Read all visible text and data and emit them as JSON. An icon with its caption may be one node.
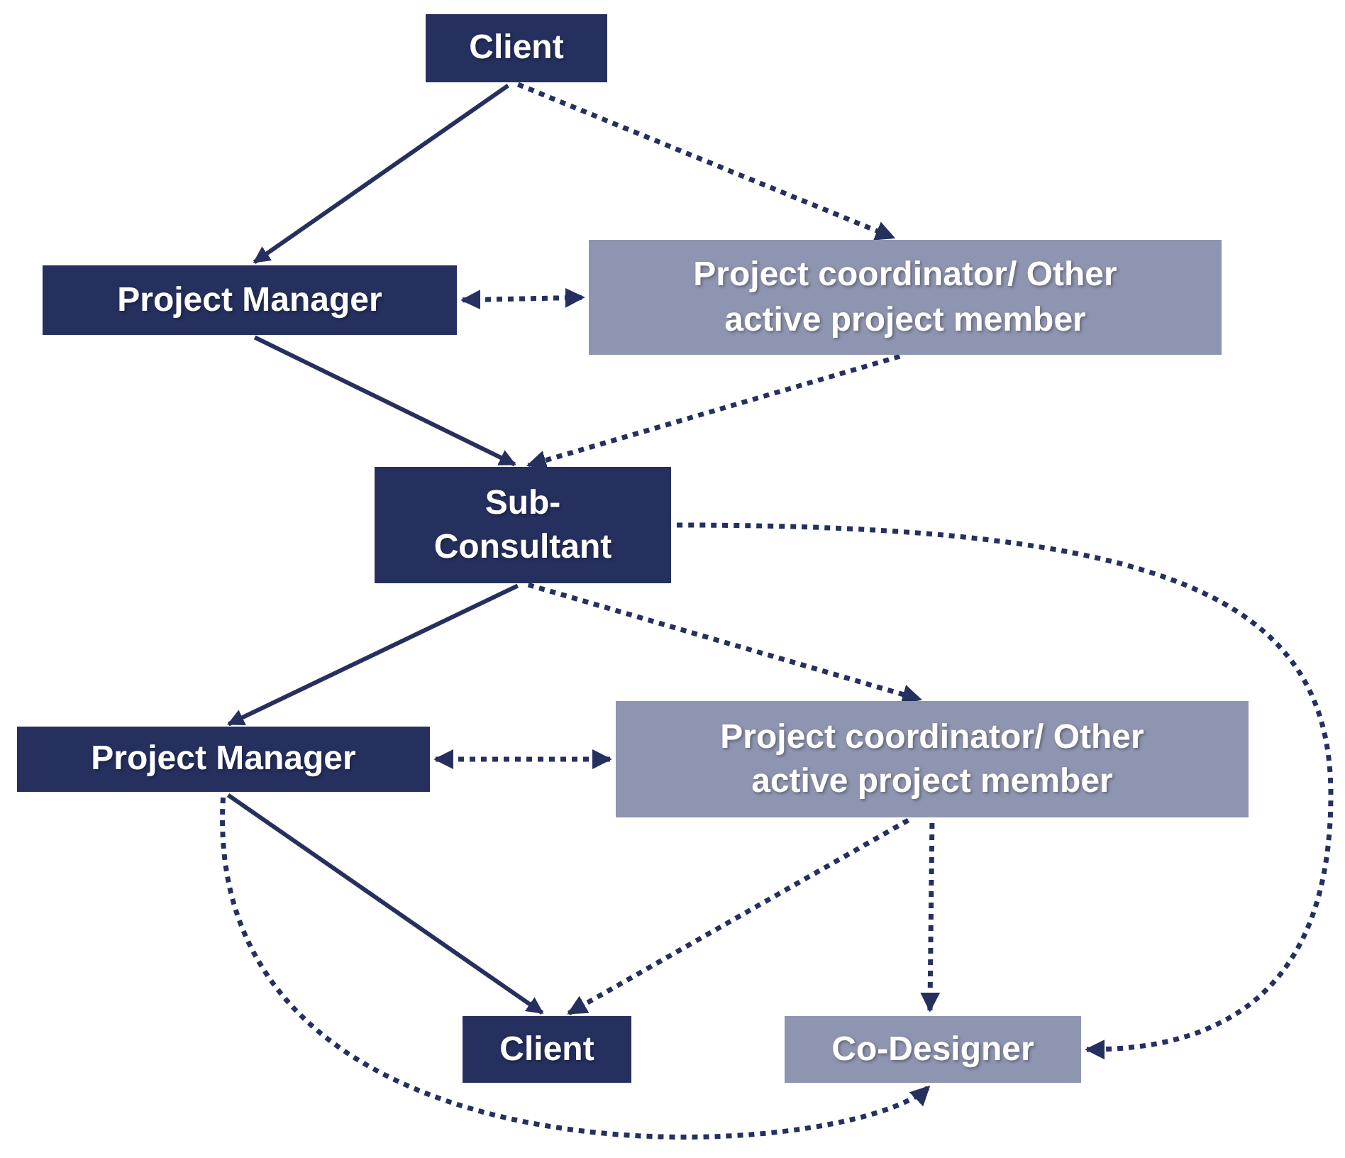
{
  "diagram": {
    "nodes": [
      {
        "text": [
          "Client"
        ]
      },
      {
        "text": [
          "Project Manager"
        ]
      },
      {
        "text": [
          "Project coordinator/ Other active project member"
        ]
      },
      {
        "text": [
          "Sub- Consultant"
        ]
      },
      {
        "text": [
          "Project Manager"
        ]
      },
      {
        "text": [
          "Project coordinator/ Other active project member"
        ]
      },
      {
        "text": [
          "Client"
        ]
      },
      {
        "text": [
          "Co-Designer"
        ]
      }
    ],
    "edges": [
      {
        "from": 0,
        "to": 1,
        "arrow": "to"
      },
      {
        "from": 0,
        "to": 2,
        "arrow": "to",
        "style": "dashed"
      },
      {
        "from": 1,
        "to": 2,
        "arrow": "both",
        "style": "dashed"
      },
      {
        "from": 1,
        "to": 3,
        "arrow": "to"
      },
      {
        "from": 2,
        "to": 3,
        "arrow": "to",
        "style": "dashed"
      },
      {
        "from": 3,
        "to": 4,
        "arrow": "to"
      },
      {
        "from": 3,
        "to": 5,
        "arrow": "to",
        "style": "dashed"
      },
      {
        "from": 3,
        "to": 7,
        "arrow": "to",
        "style": "dashed"
      },
      {
        "from": 4,
        "to": 5,
        "arrow": "both",
        "style": "dashed"
      },
      {
        "from": 4,
        "to": 6,
        "arrow": "to"
      },
      {
        "from": 5,
        "to": 6,
        "arrow": "to",
        "style": "dashed"
      },
      {
        "from": 5,
        "to": 7,
        "arrow": "to",
        "style": "dashed"
      },
      {
        "from": 4,
        "to": 7,
        "arrow": "to",
        "style": "dashed"
      }
    ]
  }
}
